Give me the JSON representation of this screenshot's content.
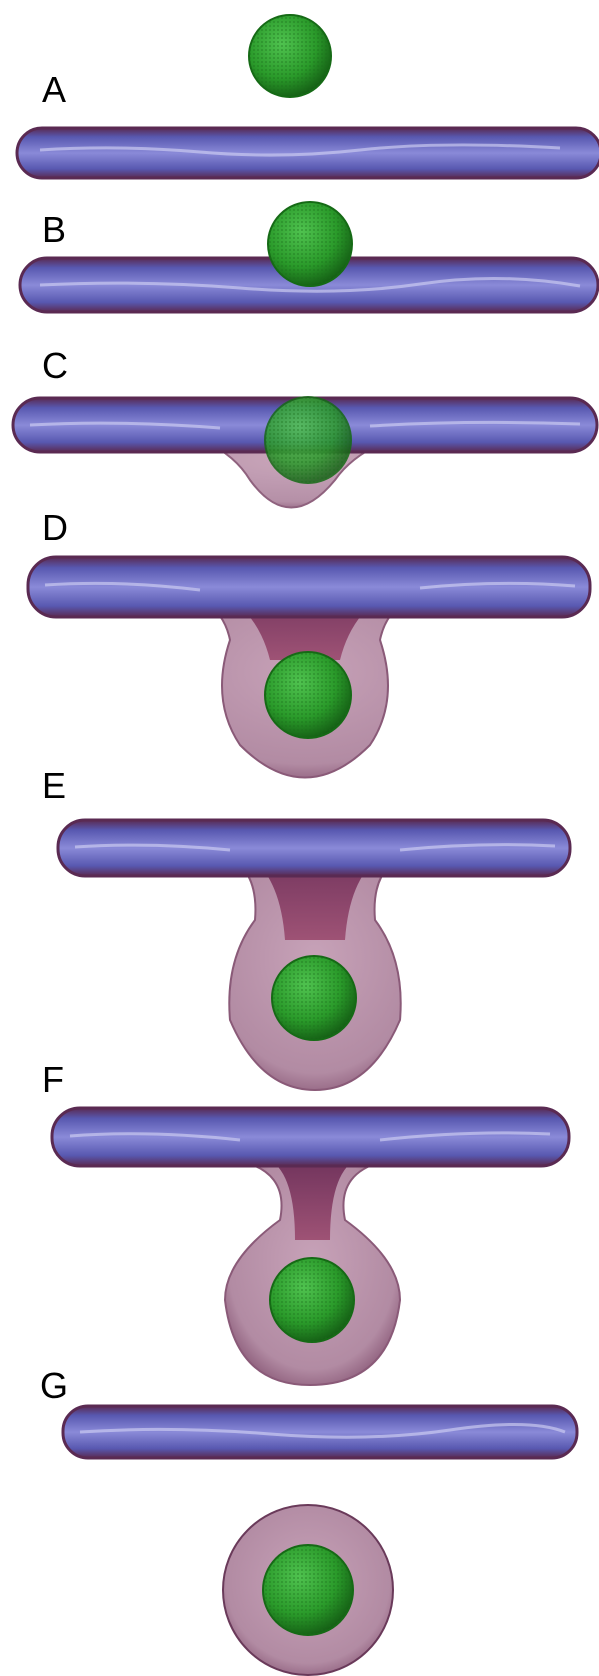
{
  "figure": {
    "panels": [
      {
        "id": "A",
        "label": "A"
      },
      {
        "id": "B",
        "label": "B"
      },
      {
        "id": "C",
        "label": "C"
      },
      {
        "id": "D",
        "label": "D"
      },
      {
        "id": "E",
        "label": "E"
      },
      {
        "id": "F",
        "label": "F"
      },
      {
        "id": "G",
        "label": "G"
      }
    ]
  },
  "colors": {
    "membrane_core": "#6f6fc8",
    "membrane_edge": "#5a2a52",
    "membrane_highlight": "#d6d6f5",
    "vesicle_shell": "#b48aa3",
    "vesicle_shell_edge": "#6a3a5a",
    "neck": "#8a3a5e",
    "particle": "#2a9a2a",
    "particle_dark": "#156a15",
    "background": "#ffffff"
  }
}
